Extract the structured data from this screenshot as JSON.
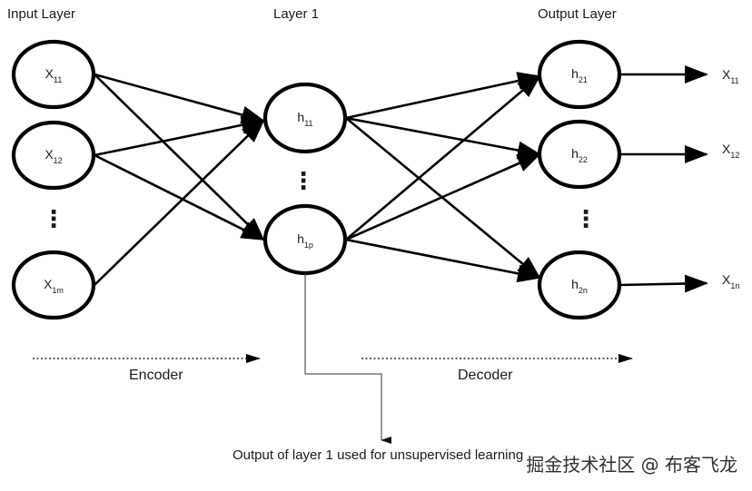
{
  "layers": {
    "input_title": "Input Layer",
    "hidden_title": "Layer 1",
    "output_title": "Output Layer"
  },
  "input_nodes": [
    {
      "main": "X",
      "sub": "11"
    },
    {
      "main": "X",
      "sub": "12"
    },
    {
      "main": "X",
      "sub": "1m"
    }
  ],
  "hidden_nodes": [
    {
      "main": "h",
      "sub": "11"
    },
    {
      "main": "h",
      "sub": "1p"
    }
  ],
  "output_nodes": [
    {
      "main": "h",
      "sub": "21"
    },
    {
      "main": "h",
      "sub": "22"
    },
    {
      "main": "h",
      "sub": "2n"
    }
  ],
  "outputs": [
    {
      "main": "X",
      "sub": "11"
    },
    {
      "main": "X",
      "sub": "12"
    },
    {
      "main": "X",
      "sub": "1n"
    }
  ],
  "ellipsis": "⋮",
  "phases": {
    "encoder": "Encoder",
    "decoder": "Decoder"
  },
  "note": "Output of layer 1 used for unsupervised learning",
  "watermark": "掘金技术社区 @ 布客飞龙"
}
